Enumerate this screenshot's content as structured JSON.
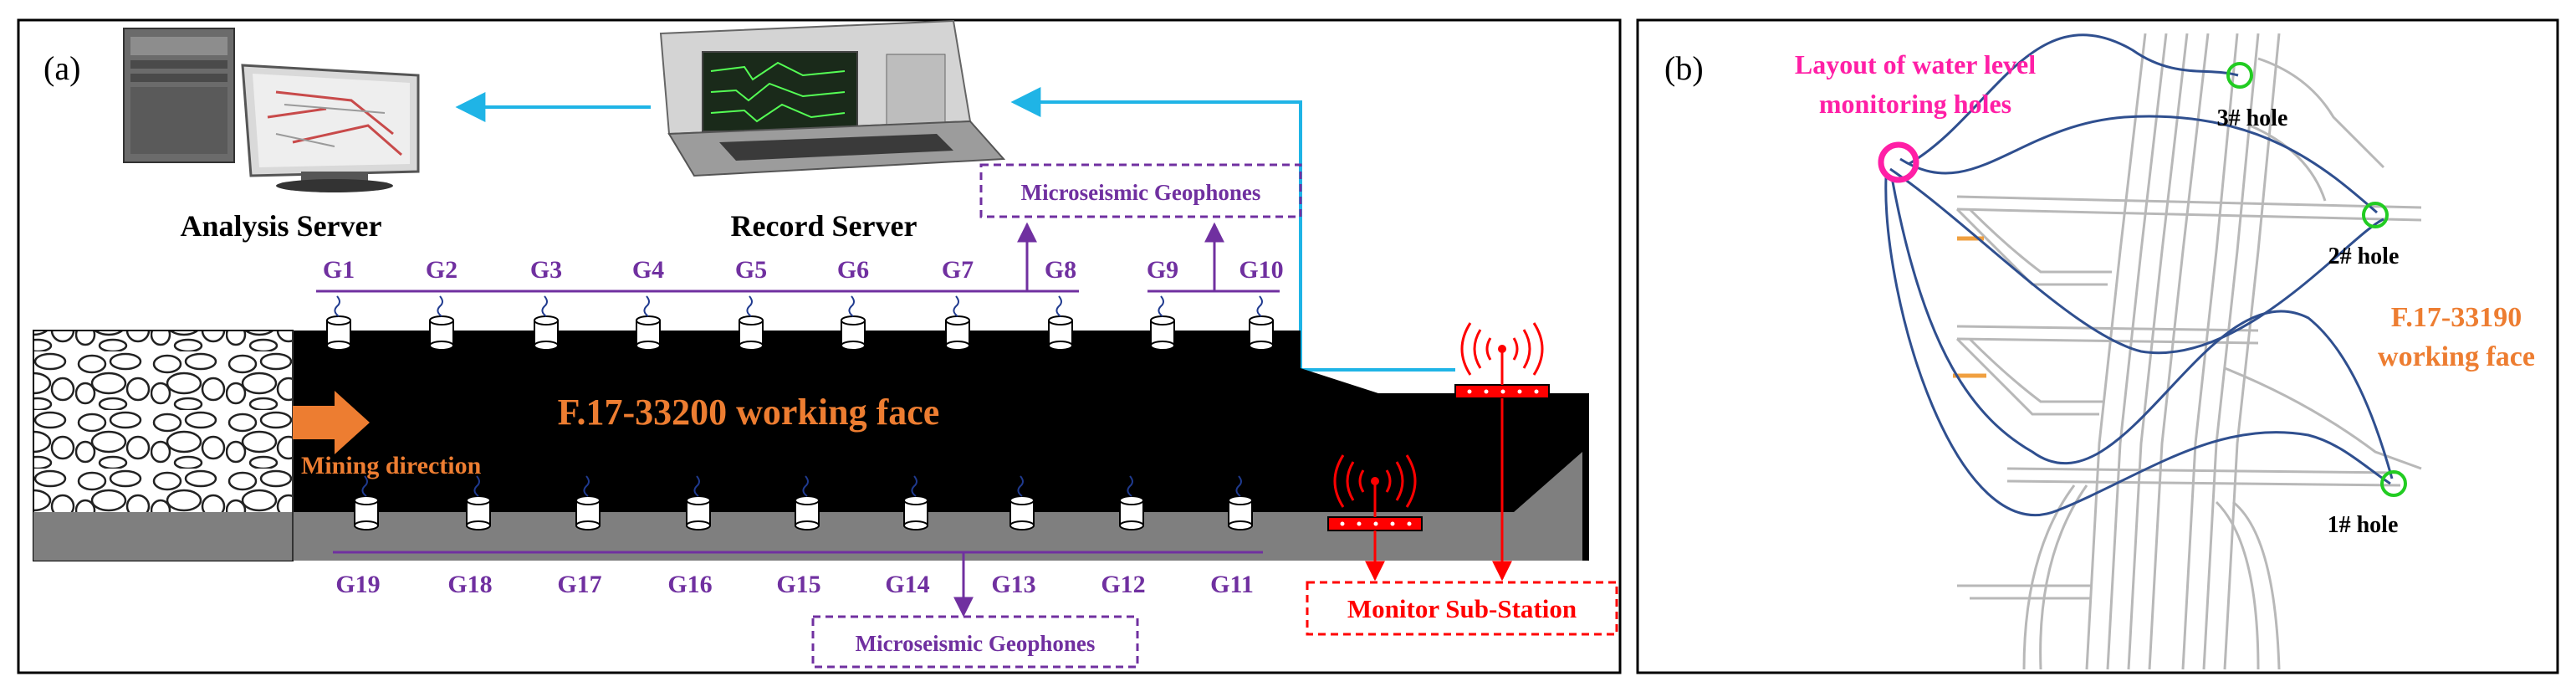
{
  "panel_a": {
    "label": "(a)",
    "analysis_server": "Analysis Server",
    "record_server": "Record Server",
    "geophones_top_label": "Microseismic Geophones",
    "geophones_bottom_label": "Microseismic Geophones",
    "working_face": "F.17-33200 working face",
    "mining_direction": "Mining direction",
    "monitor_substation": "Monitor Sub-Station",
    "top_geophones": [
      "G1",
      "G2",
      "G3",
      "G4",
      "G5",
      "G6",
      "G7",
      "G8",
      "G9",
      "G10"
    ],
    "bottom_geophones": [
      "G19",
      "G18",
      "G17",
      "G16",
      "G15",
      "G14",
      "G13",
      "G12",
      "G11"
    ]
  },
  "panel_b": {
    "label": "(b)",
    "layout_title_line1": "Layout of water level",
    "layout_title_line2": "monitoring holes",
    "hole3": "3# hole",
    "hole2": "2# hole",
    "hole1": "1# hole",
    "face_line1": "F.17-33190",
    "face_line2": "working face"
  },
  "colors": {
    "purple": "#7030a0",
    "orange": "#ed7d31",
    "red": "#ff0000",
    "cyan": "#1fb4e6",
    "magenta": "#ff1fa6",
    "hole_green": "#22cc22",
    "curve_blue": "#2f4f8f",
    "tunnel_gray": "#b8b8b8"
  }
}
